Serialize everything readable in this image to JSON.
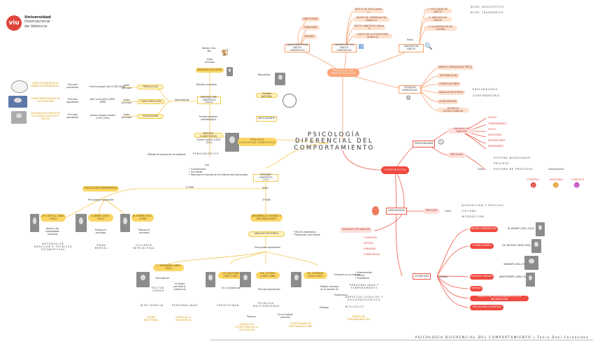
{
  "logo": {
    "mark": "viu",
    "line1": "Universidad",
    "line2": "Internacional",
    "line3": "de Valencia"
  },
  "title": {
    "line1": "PSICOLOGÍA",
    "line2": "DIFERENCIAL DEL",
    "line3": "COMPORTAMIENTO"
  },
  "footer": "PSICOLOGÍA DIFERENCIAL DEL COMPORTAMIENTO | Tania Dasí Fernández",
  "nodes": {
    "periodo_evolutivo": "PERIODO EVOLUTIVO",
    "darwin_label": "Darwin,\nEvo-Wo",
    "autor_principal": "Autor principal",
    "periodo_precientifico": "PERIODO PRE-CIENTÍFICO",
    "precientifico_sub": "(SIGLOS)",
    "frenologia": "FRENOLOGÍA",
    "caracterologia": "CARACTEROLOGÍA",
    "fisiognomia": "FISIOGNOMÍA",
    "cara_frenologia": "CARA POSTERIOR EN EL CRÁNEO DETERMINAN EL...",
    "cara_caracter": "CARACTERES PROPIOS DE LAS PERSONAS",
    "cara_fisio": "RECONOCER A PARTIR DE LOS RASGOS FACIALES Y FÍSICOS",
    "frenologia_autor": "Francis Joseph Gall (1758-1828)",
    "caracter_autor": "Jean La Bruyère (1645-1696)",
    "fisio_autor": "Johann Caspar Lavater (1741-1801)",
    "principal_aportacion": "Principal aportación",
    "basado_en": "Basado conceptos",
    "movimientos": "Movimientos",
    "naturaleza": "Naturaleza",
    "ciudad_natural": "CIUDAD NATURAL",
    "antecedente": "ANTECEDENTE",
    "metodo_cuantitativo": "MÉTODO CUANTITATIVO",
    "galton": "Francis Galton (1822-1911)",
    "fundamentacion": "Fundamentación metodológica",
    "pensamientos": "PENSAMIENTOS",
    "asociacion": "Método de asociación de palabras",
    "uso": "Uso",
    "cuestionarios": "• Cuestionarios\n• Encuestas\n• Total para el estudio de las diferencias individuales",
    "periodo_cientifico": "PERIODO CIENTÍFICO",
    "periodo_cientifico_sub": "(S.XX)",
    "fases": "Fases",
    "fase1": "1ª FASE",
    "fase2": "2ª FASE",
    "psicologia_experimental": "PSICOLOGÍA EXPERIMENTAL",
    "principales_exponentes": "Principales exponentes",
    "cattell1": "J.M. CATTELL (1860-1944)",
    "binet": "A. BINET (1857-1911)",
    "stern": "W. STERN (1871-1938)",
    "cattell1_ap": "Aplicó a las capacidades humanas",
    "binet_ap": "Propuso el concepto",
    "stern_ap": "Propuso el concepto",
    "metodos_medicion": "MÉTODOS DE MEDICIÓN Y TÉCNICAS ESTADÍSTICAS",
    "edad_mental": "EDAD MENTAL",
    "cociente": "COCIENTE INTELECTUAL",
    "desarrollo": "DESARROLLO TEÓRICO Y METODOLÓGICO",
    "analisis_factorial": "ANÁLISIS FACTORIAL",
    "tecnica_estadistica": "• Técnica estadística\n• Reducción información",
    "principales_exponentes2": "Principales exponentes",
    "spearman": "C. SPEARMAN (1863-1945)",
    "guilford": "J.P. GUILFORD (1897-1987)",
    "rb_cattell": "R.B. CATTELL (1905-1998)",
    "eysenck": "H.J. EYSENCK (1916-1997)",
    "concepto_de": "Concepto de",
    "su_teoria": "Su teoría permitió el análisis de",
    "en_su_analisis": "En su análisis de",
    "principal_aportacion2": "Principal aportación",
    "factor_comun": "FACTOR COMÚN",
    "inteligencia": "INTELIGENCIA",
    "personalidad": "PERSONALIDAD",
    "creatividad": "CREATIVIDAD",
    "tecnicas_multivariadas": "TÉCNICAS MULTIVARIADAS",
    "enfoques": "Enfoques en su trabajo",
    "experimental": "• Experimental\n• Clínico\n• Estadístico",
    "trabajo_centrado": "Trabajo centrado en el estudio de",
    "personalidad_temp": "PERSONALIDAD Y TEMPERAMENTO",
    "aspectos_clinicos": "ASPECTOS CLÍNICOS Y PSICOPATOLÓGICOS",
    "biologico": "BIOLÓGICO",
    "propuso": "Propuso",
    "de_su_trabajo": "De su trabajo proviene",
    "modelo_estructura": "MODELO DE ESTRUCTURA DE LA INTELIGENCIA",
    "modelo_personalidad": "MODELO DE LOS RASGOS DE LA PERSONALIDAD",
    "cuestionario": "CUESTIONARIO DE PERSONALIDAD 16PF",
    "prueba_personalidad": "PRUEBA DE PERSONALIDAD EPQ",
    "spearman_foot": "TEORÍA BIFACTORIAL",
    "spearman_foot2": "TEORÍA DE LA INTELIGENCIA",
    "metodos_investigacion": "MÉTODOS DE INVESTIGACIÓN",
    "caracteristicas": "CARACTERÍSTICAS DATOS CIENTÍFICOS",
    "fuentes": "FUENTES DE LOS DATOS CIENTÍFICOS",
    "objetividad": "OBJETIVIDAD",
    "fiabilidad": "FIABILIDAD",
    "validez": "VALIDEZ",
    "datos_l": "DATOS DE VIDA (Datos L)",
    "datos_o": "DATOS DE OBSERVACIÓN (Datos O)",
    "datos_t": "DATOS OBJETIVOS (Datos T)",
    "datos_q": "DATOS DE AUTOINFORME (Datos Q)",
    "analisis_datos": "ANÁLISIS DE DATOS",
    "fases2": "Fases",
    "recogida": "1. RECOGIDA DE DATOS",
    "analisis": "2. ANÁLISIS DE DATOS",
    "elaboracion": "3. ELABORACIÓN DE TEORÍA",
    "nivel_descriptivo": "NIVEL DESCRIPTIVO",
    "nivel_taxonomico": "NIVEL TAXONÓMICO",
    "tecnicas_especificas": "TÉCNICAS ESPECÍFICAS",
    "media": "MEDIA Y DESVIACIÓN TÍPICA",
    "distribucion": "DISTRIBUCIÓN",
    "correlaciones": "CORRELACIONES",
    "analisis_factorial2": "ANÁLISIS FACTORIAL",
    "exploratorio": "EXPLORATORIO",
    "confirmatorio": "CONFIRMATORIO",
    "regresion": "LA REGRESIÓN",
    "modelos": "MODELOS ESTRUCTURALES",
    "constructos": "CONSTRUCTOS",
    "personalidad_c": "PERSONALIDAD",
    "unidades": "UNIDADES DE ANÁLISIS",
    "yo": "YO/EGO",
    "temperamento": "TEMPERAMENTO",
    "estilo": "ESTILO",
    "emociones": "EMOCIONES",
    "motivaciones": "MOTIVACIONES",
    "habilidades": "HABILIDADES",
    "enfoques_c": "ENFOQUES",
    "como": "Como",
    "sistema_modulador": "SISTEMA MODULADOR",
    "proceso": "PROCESO",
    "sistema_procesos": "SISTEMA DE PROCESOS",
    "componentes": "Componentes",
    "cognitivo": "COGNITIVO",
    "emocional": "EMOCIONAL",
    "conducta": "CONDUCTA",
    "inteligencia_c": "INTELIGENCIA",
    "enfoque": "ENFOQUE",
    "como2": "Como",
    "disposicion": "DISPOSICIÓN Y PROCESO",
    "cultura": "CULTURA",
    "interaccion": "INTERACCIÓN",
    "unidades2": "UNIDADES DE ANÁLISIS",
    "cognicion": "COGNICIÓN",
    "aptitud": "APTITUD",
    "habilidad": "HABILIDAD",
    "competencia": "COMPETENCIA",
    "cognicion2": "COGNICIÓN",
    "modelos2": "Modelos",
    "modelo_mental": "MODELO MENTALISTA",
    "conductismo": "CONDUCTISMO",
    "escuela_gestalt": "ESCUELA GESTALT",
    "gestaltp": "GESTALT",
    "procesamiento": "MODELO DE PROCESAMIENTO DE LA INFORMACIÓN",
    "psicologia_cognitiva": "PSICOLOGÍA COGNITIVA",
    "wundt": "W. WUNDT (1832-1920)",
    "watson": "J.B. WATSON (1878-1958)",
    "skinner": "SKINNER (1904-1990)",
    "wertheimer": "WERTHEIMER (1880-1943)"
  }
}
